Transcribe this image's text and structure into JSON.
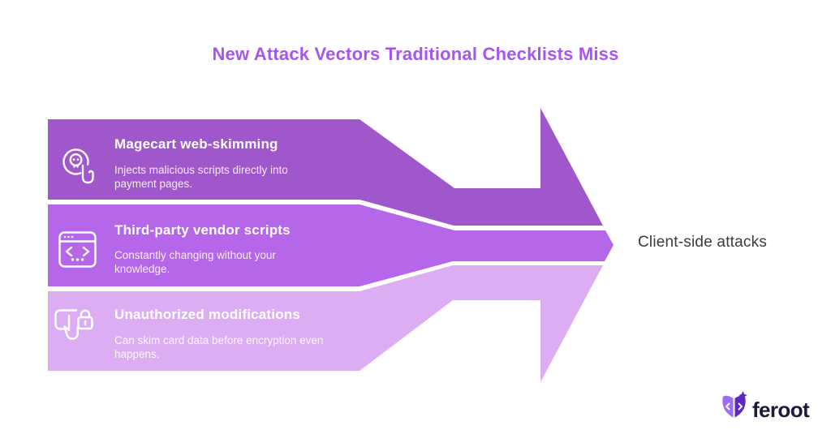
{
  "title": "New Attack Vectors Traditional Checklists Miss",
  "colors": {
    "title_accent": "#a855f0",
    "result_text": "#3c3c3c",
    "logo_text": "#1b1b3a",
    "logo_purple_light": "#9b6cf5",
    "logo_purple_dark": "#5d28c0"
  },
  "bands": [
    {
      "heading": "Magecart web-skimming",
      "description": "Injects malicious scripts directly into payment pages.",
      "icon": "skull-click-icon",
      "color": "#a157cc"
    },
    {
      "heading": "Third-party vendor scripts",
      "description": "Constantly changing without your knowledge.",
      "icon": "browser-code-icon",
      "color": "#b666e9"
    },
    {
      "heading": "Unauthorized modifications",
      "description": "Can skim card data before encryption even happens.",
      "icon": "tap-lock-icon",
      "color": "#ddadf3"
    }
  ],
  "result_label": "Client-side attacks",
  "logo": {
    "wordmark": "feroot"
  }
}
